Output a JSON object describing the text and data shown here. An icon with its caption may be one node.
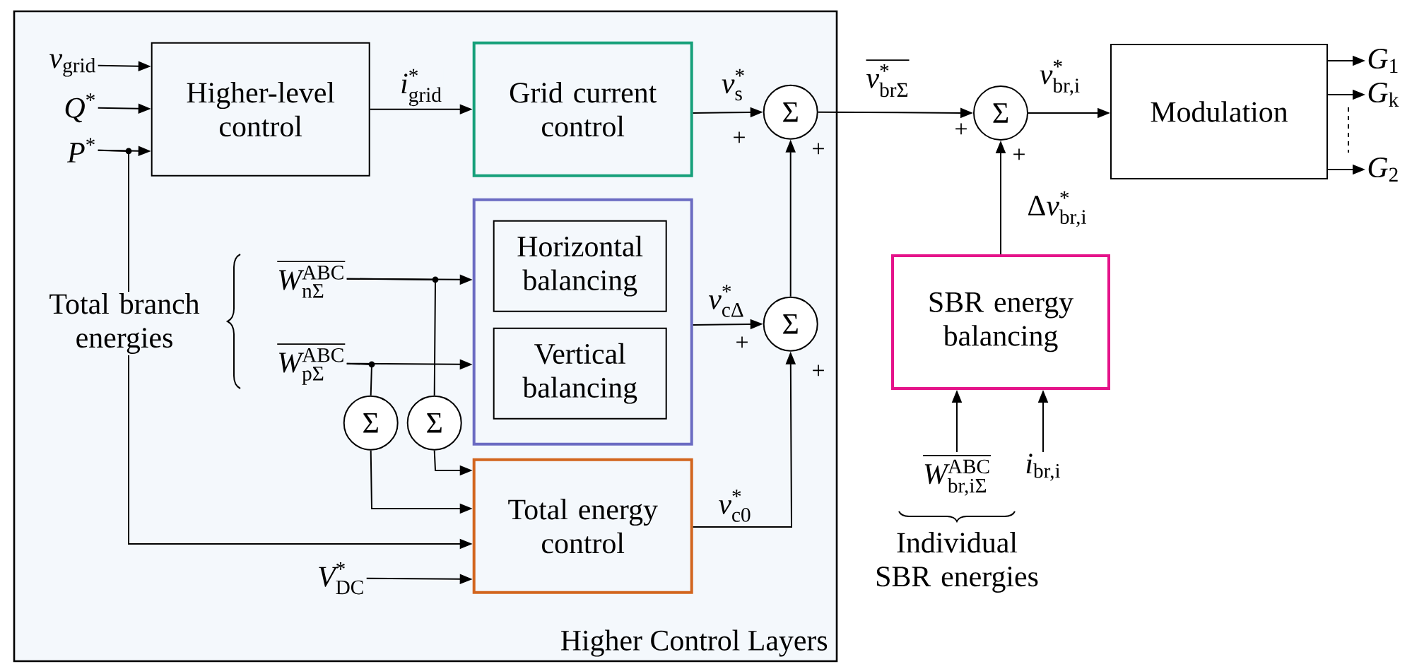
{
  "diagram": {
    "nodes": [
      {
        "text": [
          "Higher Control Layers"
        ]
      },
      {
        "text": [
          "v_{\\text{grid}}"
        ],
        "in": 0
      },
      {
        "text": [
          "Q^{\\text{*}}"
        ],
        "in": 0
      },
      {
        "text": [
          "P^{\\text{*}}"
        ],
        "in": 0
      },
      {
        "text": [
          "Higher-level control"
        ],
        "in": 0
      },
      {
        "text": [
          "Grid current control"
        ],
        "in": 0
      },
      {
        "text": [
          "Σ"
        ],
        "in": 0
      },
      {
        "text": [],
        "shape": "box",
        "in": 0
      },
      {
        "text": [
          "Horizontal balancing"
        ],
        "in": 7
      },
      {
        "text": [
          "Vertical balancing"
        ],
        "in": 7
      },
      {
        "text": [
          "Σ"
        ],
        "in": 0
      },
      {
        "text": [
          "\\overline{W^{\\text{ABC}}_{\\text{nΣ}}}"
        ],
        "in": 0
      },
      {
        "text": [
          "\\overline{W^{\\text{ABC}}_{\\text{pΣ}}}"
        ],
        "in": 0
      },
      {
        "text": [
          "Σ"
        ],
        "in": 0
      },
      {
        "text": [
          "Σ"
        ],
        "in": 0
      },
      {
        "text": [
          "Total energy control"
        ],
        "in": 0
      },
      {
        "text": [
          "V^{\\text{*}}_{\\text{DC}}"
        ],
        "in": 0
      },
      {
        "text": [
          "Σ"
        ]
      },
      {
        "text": [
          "Modulation"
        ]
      },
      {
        "text": [
          "G_{1}"
        ]
      },
      {
        "text": [
          "G_{\\text{k}}"
        ]
      },
      {
        "text": [
          "G_{2}"
        ]
      },
      {
        "text": [
          "SBR energy balancing"
        ]
      },
      {
        "text": [
          "\\overline{W^{\\text{ABC}}_{\\text{br,iΣ}}}"
        ]
      },
      {
        "text": [
          "i_{\\text{br,i}}"
        ]
      }
    ],
    "edges": [
      {
        "from": 1,
        "to": 4,
        "arrow": "to"
      },
      {
        "from": 2,
        "to": 4,
        "arrow": "to"
      },
      {
        "from": 3,
        "to": 4,
        "arrow": "to"
      },
      {
        "from": 3,
        "to": 15,
        "arrow": "to"
      },
      {
        "from": 4,
        "to": 5,
        "arrow": "to",
        "label": "i^{\\text{*}}_{\\text{grid}}"
      },
      {
        "from": 5,
        "to": 6,
        "arrow": "to",
        "label": "v^{\\text{*}}_{\\text{s}}"
      },
      {
        "from": 10,
        "to": 6,
        "arrow": "to"
      },
      {
        "from": 11,
        "to": 7,
        "arrow": "to"
      },
      {
        "from": 11,
        "to": 14,
        "arrow": "none"
      },
      {
        "from": 12,
        "to": 7,
        "arrow": "to"
      },
      {
        "from": 12,
        "to": 13,
        "arrow": "none"
      },
      {
        "from": 14,
        "to": 15,
        "arrow": "to"
      },
      {
        "from": 13,
        "to": 15,
        "arrow": "to"
      },
      {
        "from": 16,
        "to": 15,
        "arrow": "to"
      },
      {
        "from": 7,
        "to": 10,
        "arrow": "to",
        "label": "v^{\\text{*}}_{\\text{cΔ}}"
      },
      {
        "from": 15,
        "to": 10,
        "arrow": "to",
        "label": "v^{\\text{*}}_{\\text{c0}}"
      },
      {
        "from": 6,
        "to": 17,
        "arrow": "to",
        "label": "\\overline{v^{\\text{*}}_{\\text{brΣ}}}"
      },
      {
        "from": 17,
        "to": 18,
        "arrow": "to",
        "label": "v^{\\text{*}}_{\\text{br,i}}"
      },
      {
        "from": 18,
        "to": 19,
        "arrow": "to"
      },
      {
        "from": 18,
        "to": 20,
        "arrow": "to"
      },
      {
        "from": 18,
        "to": 21,
        "arrow": "to"
      },
      {
        "from": 22,
        "to": 17,
        "arrow": "to",
        "label": "\\text{Δ}v^{\\text{*}}_{\\text{br,i}}"
      },
      {
        "from": 23,
        "to": 22,
        "arrow": "to"
      },
      {
        "from": 24,
        "to": 22,
        "arrow": "to"
      }
    ],
    "labels": [
      "+",
      "+",
      "+",
      "+",
      "Total branch energies",
      "+",
      "+",
      "Individual SBR energies"
    ]
  }
}
